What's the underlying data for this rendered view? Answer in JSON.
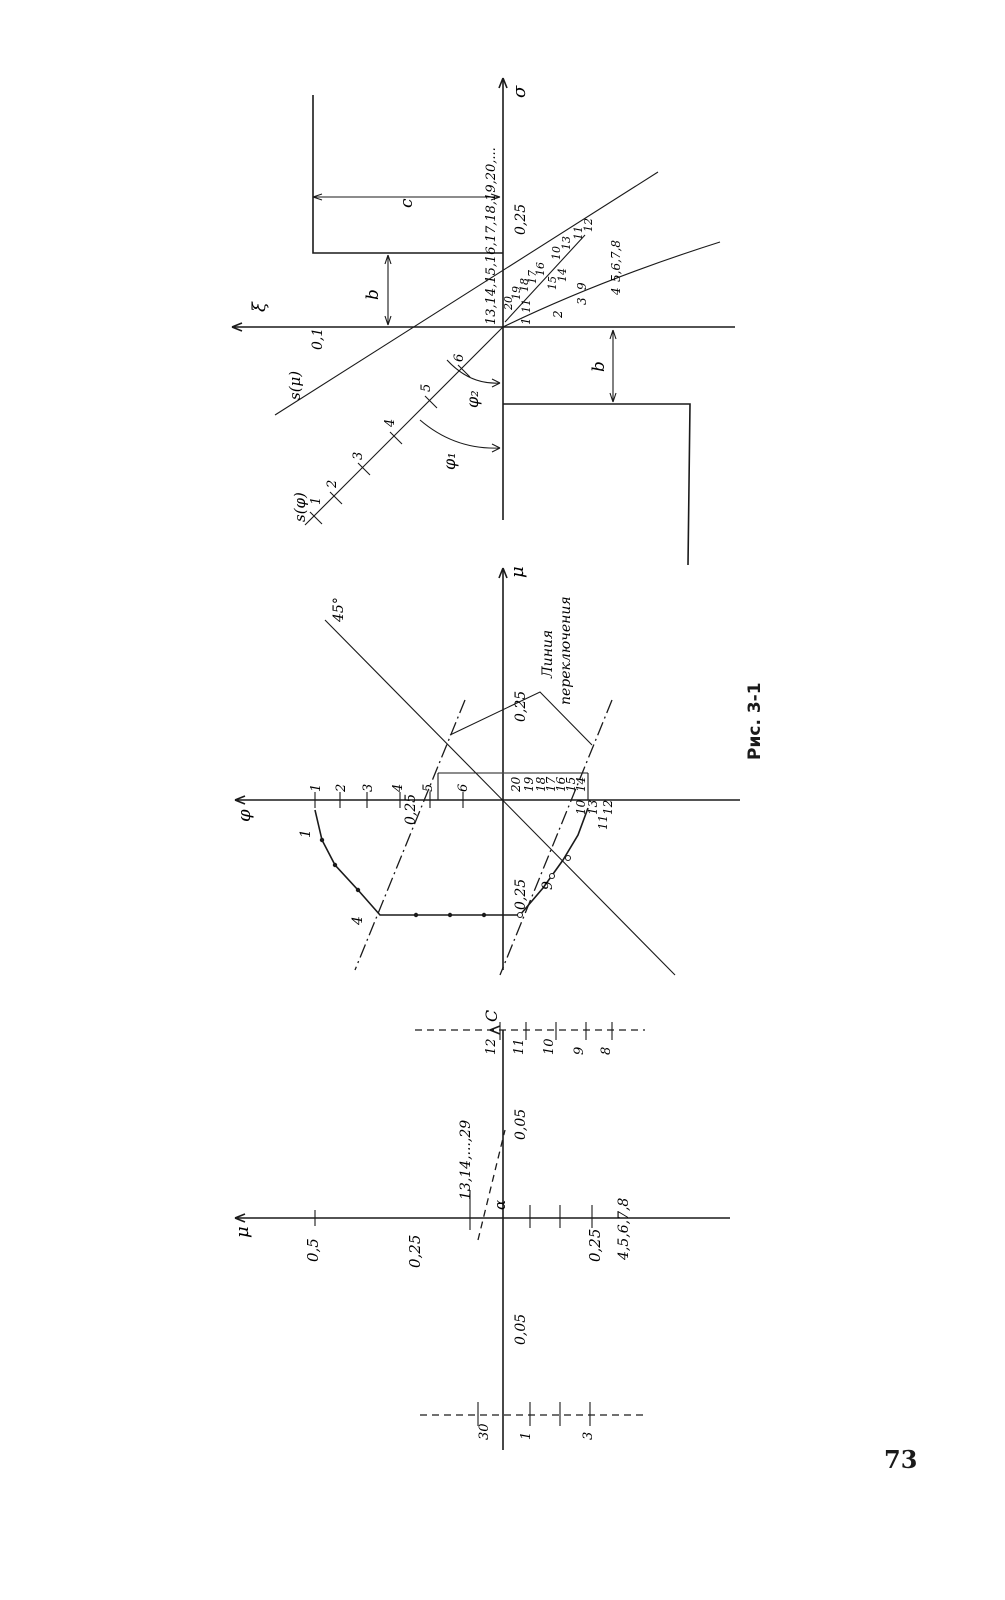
{
  "caption": "Рис. 3-1",
  "page_number": "73",
  "panel_left": {
    "axis_mu": "μ",
    "tick_0_5": "0,5",
    "tick_0_25_top": "0,25",
    "tick_0_05_bottom": "0,05",
    "tick_0_05_top": "0,05",
    "tick_0_25_bottom": "0,25",
    "group_top": "13,14,...,29",
    "group_bottom": "4,5,6,7,8",
    "alpha": "α",
    "axis_c": "C",
    "c_ticks": [
      "12",
      "11",
      "10",
      "9",
      "8"
    ],
    "d_ticks": [
      "30",
      "1",
      "",
      "3"
    ]
  },
  "panel_middle": {
    "axis_phi": "φ",
    "axis_mu": "μ",
    "angle_label": "45°",
    "switch_line_label_1": "Линия",
    "switch_line_label_2": "переключения",
    "tick_0_25_right": "0,25",
    "tick_0_25_left": "0,25",
    "tick_0_25_phi": "0,25",
    "upper_numbers": [
      "1",
      "2",
      "3",
      "4",
      "5",
      "6"
    ],
    "lower_numbers": [
      "20",
      "19",
      "18",
      "17",
      "16",
      "15",
      "14",
      "10",
      "13",
      "11",
      "12"
    ],
    "curve_labels": [
      "1",
      "4",
      "9"
    ]
  },
  "panel_right": {
    "axis_sigma": "σ",
    "axis_xi": "ξ",
    "tick_0_1": "0,1",
    "tick_0_25": "0,25",
    "label_c": "c",
    "label_b_upper": "b",
    "label_b_lower": "b",
    "s_mu": "s(μ)",
    "s_phi": "s(φ)",
    "phi_1": "φ₁",
    "phi_2": "φ₂",
    "group_top": "13,14,15,16,17,18,19,20,...",
    "sphi_ticks": [
      "1",
      "2",
      "3",
      "4",
      "5",
      "6"
    ],
    "diag_labels": [
      "20",
      "19",
      "18",
      "17",
      "16",
      "10",
      "13",
      "11",
      "12",
      "15",
      "14",
      "1",
      "2",
      "3",
      "9",
      "4",
      "5,6,7,8",
      "11"
    ]
  }
}
